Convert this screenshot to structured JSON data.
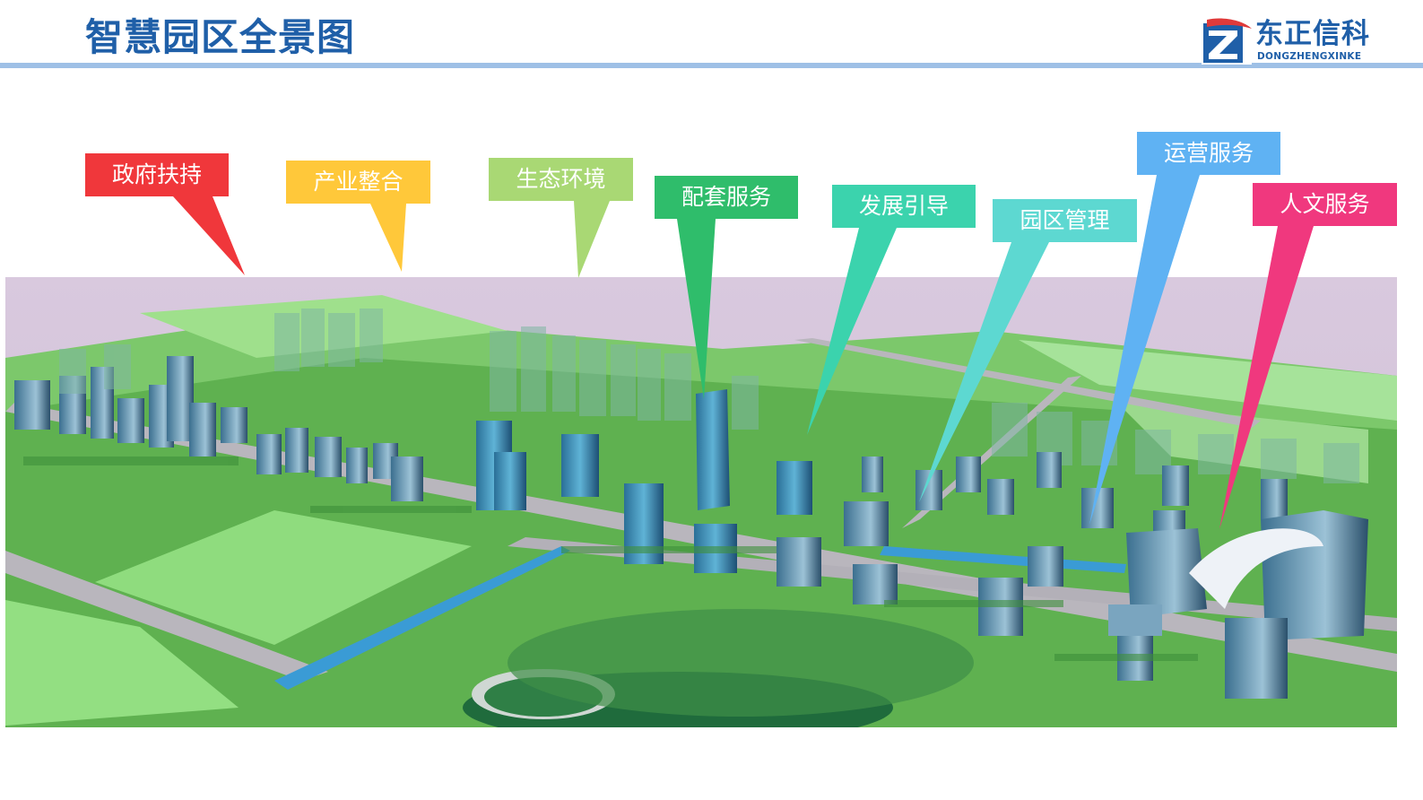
{
  "header": {
    "title": "智慧园区全景图",
    "logo": {
      "name": "东正信科",
      "subtitle": "DONGZHENGXINKE"
    }
  },
  "colors": {
    "title": "#1f5fa8",
    "rule": "#9ec0e6",
    "sky": "#d7c6dc",
    "ground": "#76c86a"
  },
  "callouts": [
    {
      "label": "政府扶持",
      "color": "#f0373b"
    },
    {
      "label": "产业整合",
      "color": "#ffc83a"
    },
    {
      "label": "生态环境",
      "color": "#a9d874"
    },
    {
      "label": "配套服务",
      "color": "#2fbd6b"
    },
    {
      "label": "发展引导",
      "color": "#3bd3ad"
    },
    {
      "label": "园区管理",
      "color": "#5dd8d1"
    },
    {
      "label": "运营服务",
      "color": "#5fb2f3"
    },
    {
      "label": "人文服务",
      "color": "#f0387e"
    }
  ],
  "scene": {
    "description_icon": "aerial-park-image"
  }
}
